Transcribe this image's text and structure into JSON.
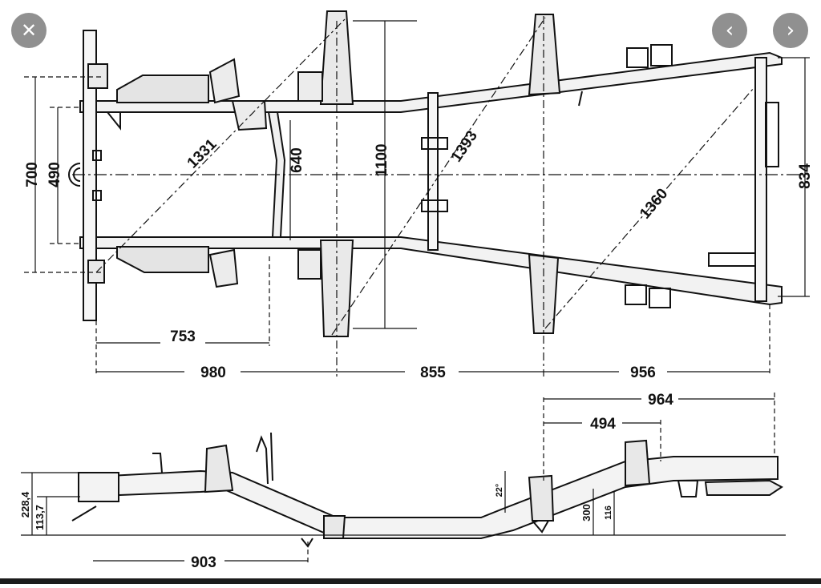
{
  "viewer": {
    "close_icon": "close-icon",
    "prev_icon": "chevron-left-icon",
    "next_icon": "chevron-right-icon",
    "close_glyph": "✕",
    "prev_glyph": "‹",
    "next_glyph": "›"
  },
  "diagram": {
    "top_view": {
      "height_700": "700",
      "height_490": "490",
      "diag_1331": "1331",
      "width_640": "640",
      "width_1100": "1100",
      "diag_1393": "1393",
      "diag_1360": "1360",
      "width_834": "834",
      "len_753": "753",
      "len_980": "980",
      "len_855": "855",
      "len_956": "956"
    },
    "side_view": {
      "len_964": "964",
      "len_494": "494",
      "h_228_4": "228,4",
      "h_113_7": "113,7",
      "angle_22": "22°",
      "h_300": "300",
      "h_116": "116",
      "len_903": "903"
    }
  }
}
